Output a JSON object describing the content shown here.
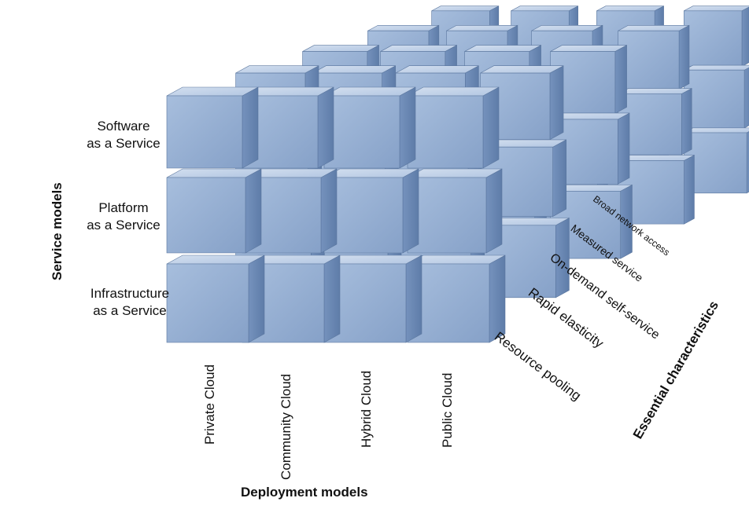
{
  "axes": {
    "service": {
      "title": "Service models",
      "items": [
        {
          "line1": "Software",
          "line2": "as a Service"
        },
        {
          "line1": "Platform",
          "line2": "as a Service"
        },
        {
          "line1": "Infrastructure",
          "line2": "as a Service"
        }
      ]
    },
    "deployment": {
      "title": "Deployment models",
      "items": [
        "Private Cloud",
        "Community Cloud",
        "Hybrid Cloud",
        "Public Cloud"
      ]
    },
    "characteristics": {
      "title": "Essential characteristics",
      "items": [
        "Resource pooling",
        "Rapid elasticity",
        "On-demand self-service",
        "Measured service",
        "Broad network access"
      ]
    }
  },
  "colors": {
    "cube_front": "#92acd0",
    "cube_top": "#c2d2e8",
    "cube_side": "#6a88b4",
    "cube_edge": "#5a769e"
  }
}
